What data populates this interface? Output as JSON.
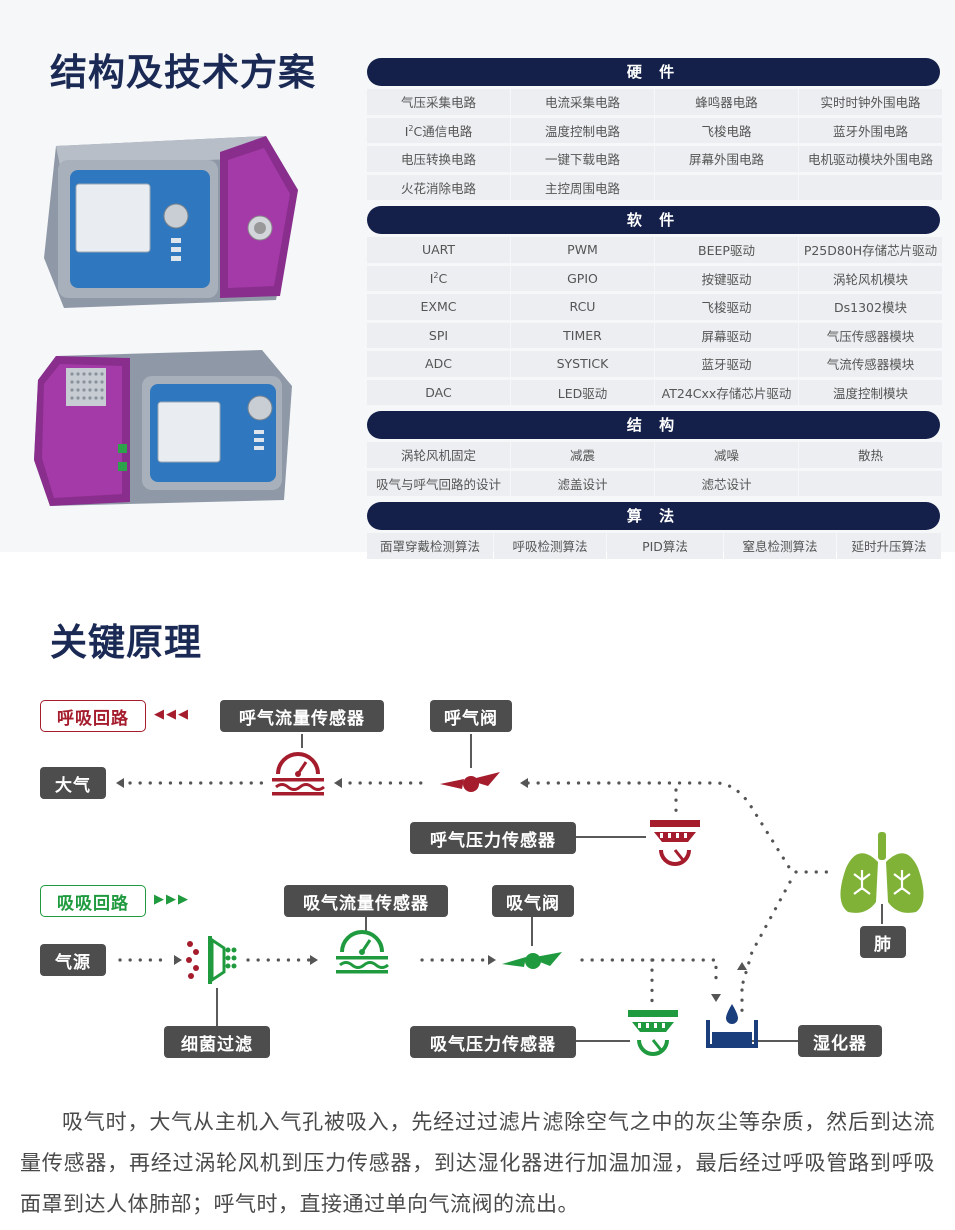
{
  "section1": {
    "title": "结构及技术方案"
  },
  "hardware": {
    "header": "硬 件",
    "rows": [
      [
        "气压采集电路",
        "电流采集电路",
        "蜂鸣器电路",
        "实时时钟外围电路"
      ],
      [
        "I2C通信电路",
        "温度控制电路",
        "飞梭电路",
        "蓝牙外围电路"
      ],
      [
        "电压转换电路",
        "一键下载电路",
        "屏幕外围电路",
        "电机驱动模块外围电路"
      ],
      [
        "火花消除电路",
        "主控周围电路",
        "",
        ""
      ]
    ]
  },
  "software": {
    "header": "软 件",
    "rows": [
      [
        "UART",
        "PWM",
        "BEEP驱动",
        "P25D80H存储芯片驱动"
      ],
      [
        "I2C",
        "GPIO",
        "按键驱动",
        "涡轮风机模块"
      ],
      [
        "EXMC",
        "RCU",
        "飞梭驱动",
        "Ds1302模块"
      ],
      [
        "SPI",
        "TIMER",
        "屏幕驱动",
        "气压传感器模块"
      ],
      [
        "ADC",
        "SYSTICK",
        "蓝牙驱动",
        "气流传感器模块"
      ],
      [
        "DAC",
        "LED驱动",
        "AT24Cxx存储芯片驱动",
        "温度控制模块"
      ]
    ]
  },
  "structure": {
    "header": "结 构",
    "rows": [
      [
        "涡轮风机固定",
        "减震",
        "减噪",
        "散热"
      ],
      [
        "吸气与呼气回路的设计",
        "滤盖设计",
        "滤芯设计",
        ""
      ]
    ]
  },
  "algorithm": {
    "header": "算 法",
    "items": [
      "面罩穿戴检测算法",
      "呼吸检测算法",
      "PID算法",
      "窒息检测算法",
      "延时升压算法"
    ]
  },
  "section2": {
    "title": "关键原理"
  },
  "diagram": {
    "exhale_loop": "呼吸回路",
    "inhale_loop": "吸吸回路",
    "atmosphere": "大气",
    "exhale_flow_sensor": "呼气流量传感器",
    "exhale_valve": "呼气阀",
    "exhale_pressure_sensor": "呼气压力传感器",
    "gas_source": "气源",
    "inhale_flow_sensor": "吸气流量传感器",
    "inhale_valve": "吸气阀",
    "bacteria_filter": "细菌过滤",
    "inhale_pressure_sensor": "吸气压力传感器",
    "humidifier": "湿化器",
    "lung": "肺",
    "colors": {
      "red": "#a51d2d",
      "green": "#1f9a3e",
      "navy": "#14204a",
      "dot": "#555555"
    }
  },
  "paragraph": "吸气时，大气从主机入气孔被吸入，先经过过滤片滤除空气之中的灰尘等杂质，然后到达流量传感器，再经过涡轮风机到压力传感器，到达湿化器进行加温加湿，最后经过呼吸管路到呼吸面罩到达人体肺部；呼气时，直接通过单向气流阀的流出。"
}
